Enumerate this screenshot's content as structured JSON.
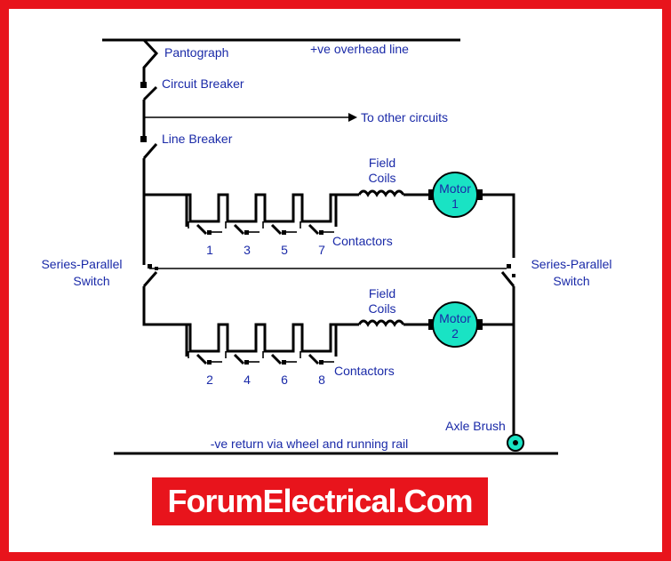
{
  "labels": {
    "pantograph": "Pantograph",
    "overhead_line": "+ve overhead line",
    "circuit_breaker": "Circuit Breaker",
    "other_circuits": "To other circuits",
    "line_breaker": "Line Breaker",
    "field_coils_1_a": "Field",
    "field_coils_1_b": "Coils",
    "field_coils_2_a": "Field",
    "field_coils_2_b": "Coils",
    "motor1_a": "Motor",
    "motor1_b": "1",
    "motor2_a": "Motor",
    "motor2_b": "2",
    "contactors_1": "Contactors",
    "contactors_2": "Contactors",
    "sp_switch_left_a": "Series-Parallel",
    "sp_switch_left_b": "Switch",
    "sp_switch_right_a": "Series-Parallel",
    "sp_switch_right_b": "Switch",
    "axle_brush": "Axle Brush",
    "return": "-ve return via wheel and running rail"
  },
  "contactor_numbers_top": [
    "1",
    "3",
    "5",
    "7"
  ],
  "contactor_numbers_bottom": [
    "2",
    "4",
    "6",
    "8"
  ],
  "brand": "ForumElectrical.Com",
  "colors": {
    "frame": "#e8141c",
    "label": "#1a2aa8",
    "motor": "#19e3c4",
    "wire": "#000000"
  }
}
